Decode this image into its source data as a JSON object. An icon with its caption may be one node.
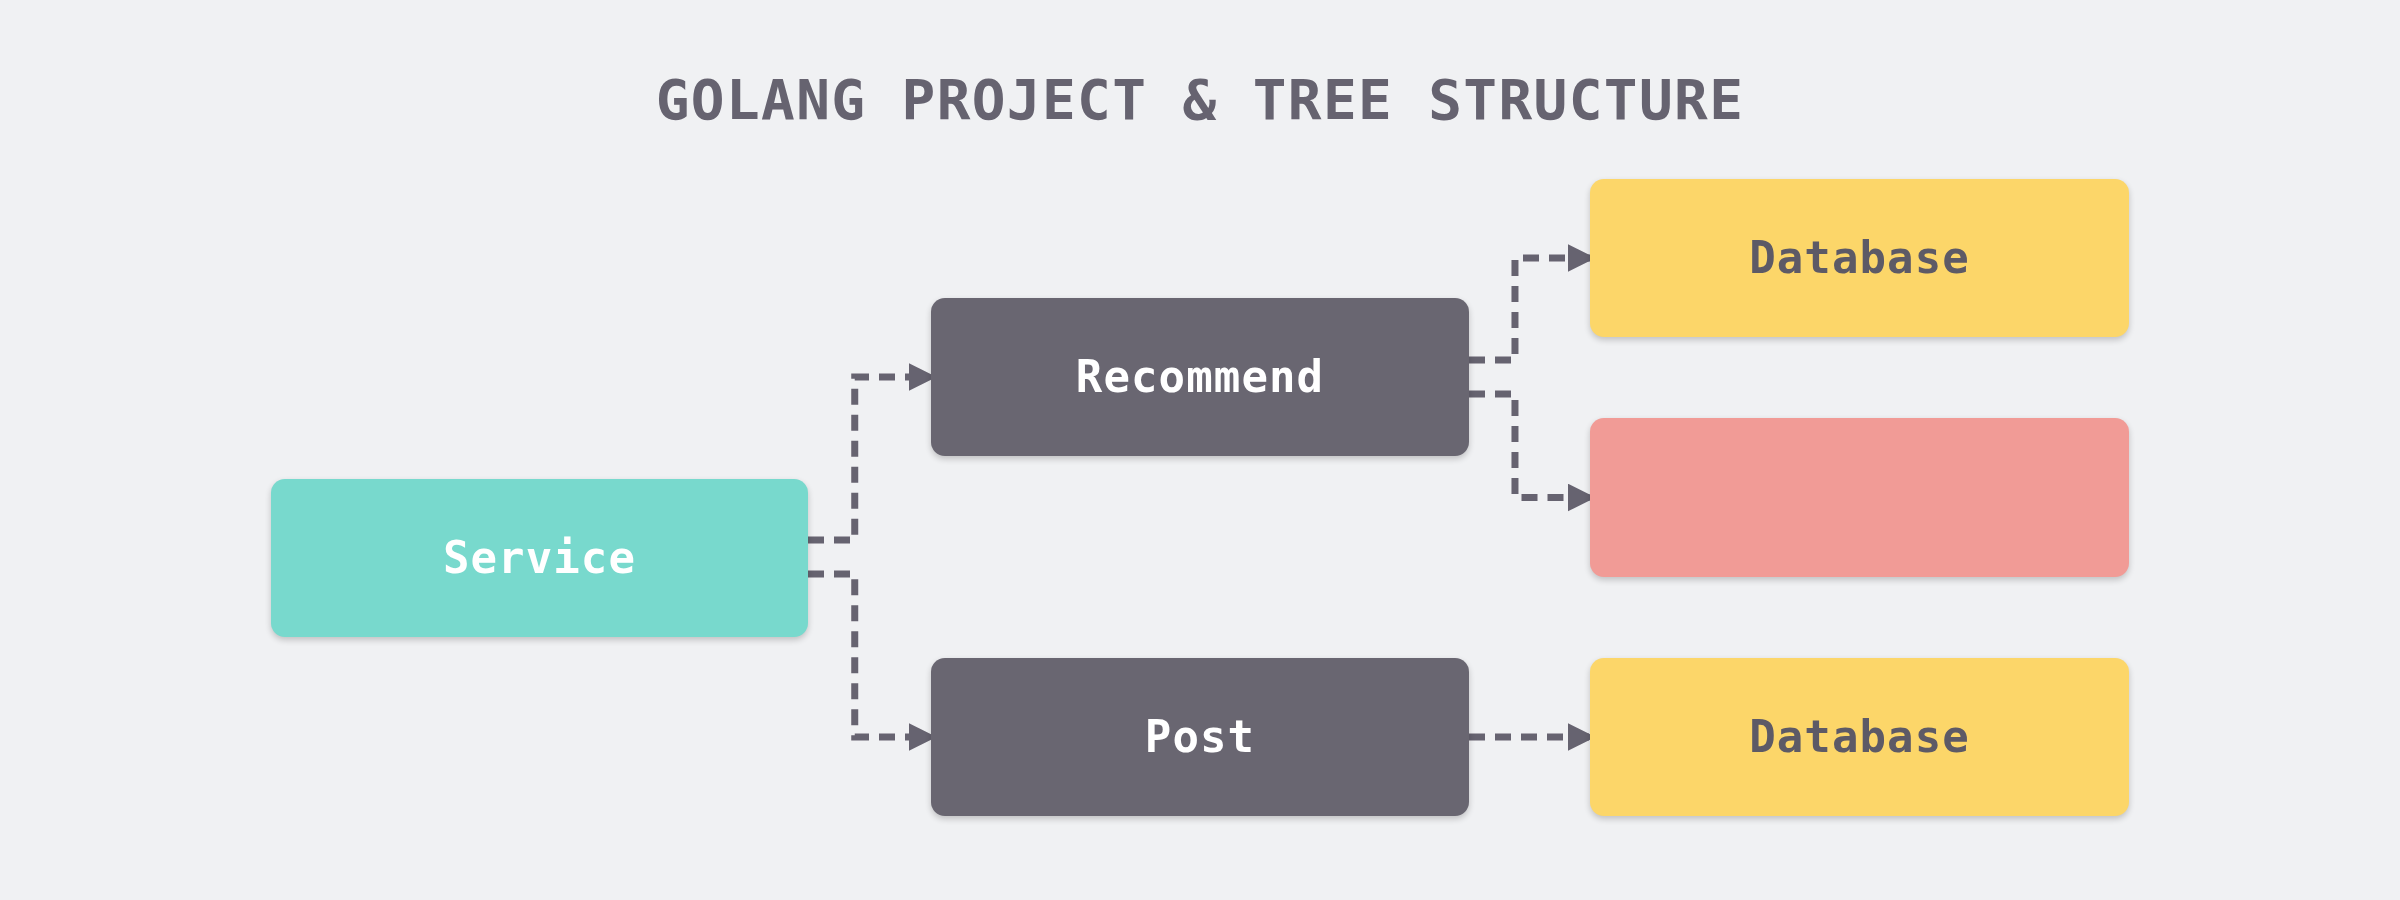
{
  "diagram": {
    "title": "GOLANG PROJECT & TREE STRUCTURE",
    "nodes": [
      {
        "text": [
          "Service"
        ]
      },
      {
        "text": [
          "Recommend"
        ]
      },
      {
        "text": [
          "Post"
        ]
      },
      {
        "text": [
          "Database"
        ]
      },
      {
        "text": [],
        "shape": "box"
      },
      {
        "text": [
          "Database"
        ]
      }
    ],
    "edges": [
      {
        "from": 0,
        "to": 1,
        "arrow": "to",
        "style": "dashed"
      },
      {
        "from": 0,
        "to": 2,
        "arrow": "to",
        "style": "dashed"
      },
      {
        "from": 1,
        "to": 3,
        "arrow": "to",
        "style": "dashed"
      },
      {
        "from": 1,
        "to": 4,
        "arrow": "to",
        "style": "dashed"
      },
      {
        "from": 2,
        "to": 5,
        "arrow": "to",
        "style": "dashed"
      }
    ]
  }
}
